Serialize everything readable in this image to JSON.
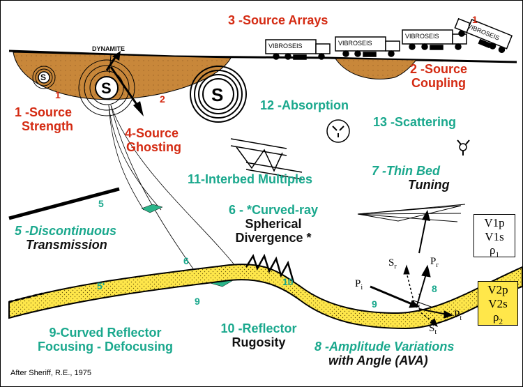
{
  "labels": {
    "source_strength_l1": "1 -Source",
    "source_strength_l2": "Strength",
    "num1_small": "1",
    "num1_top": "1",
    "dynamite": "DYNAMITE",
    "num2_small": "2",
    "source_arrays": "3 -Source Arrays",
    "source_coupling_l1": "2 -Source",
    "source_coupling_l2": "Coupling",
    "source_ghosting_l1": "4-Source",
    "source_ghosting_l2": "Ghosting",
    "absorption": "12 -Absorption",
    "scattering": "13 -Scattering",
    "interbed_multiples": "11-Interbed Multiples",
    "thin_bed_l1": "7 -Thin Bed",
    "thin_bed_l2": "Tuning",
    "discont_num": "5",
    "discont_l1": "5 -Discontinuous",
    "discont_l2": "Transmission",
    "curved_ray_l1": "6 - *Curved-ray",
    "curved_ray_l2": "Spherical",
    "curved_ray_l3": "Divergence *",
    "num6": "6",
    "num10": "10",
    "num9a": "9",
    "num9b": "9",
    "num5p": "5'",
    "num8": "8",
    "focusing_l1": "9-Curved Reflector",
    "focusing_l2": "Focusing - Defocusing",
    "rugosity_l1": "10 -Reflector",
    "rugosity_l2": "Rugosity",
    "ava_l1": "8 -Amplitude Variations",
    "ava_l2": "with Angle (AVA)",
    "credit": "After Sheriff, R.E., 1975",
    "truck": "VIBROSEIS",
    "source_s": "S",
    "pi": "P",
    "pi_sub": "i",
    "pr": "P",
    "pr_sub": "r",
    "sr": "S",
    "sr_sub": "r",
    "pt": "P",
    "pt_sub": "t",
    "st": "S",
    "st_sub": "t"
  },
  "layer1": {
    "v1p": "V1p",
    "v1s": "V1s",
    "rho": "ρ",
    "rho_sub": "1"
  },
  "layer2": {
    "v2p": "V2p",
    "v2s": "V2s",
    "rho": "ρ",
    "rho_sub": "2"
  },
  "colors": {
    "red": "#d42a12",
    "teal": "#1aa88d",
    "ground": "#c8873a",
    "yellow": "#ffe74a",
    "green": "#2bb58a"
  }
}
